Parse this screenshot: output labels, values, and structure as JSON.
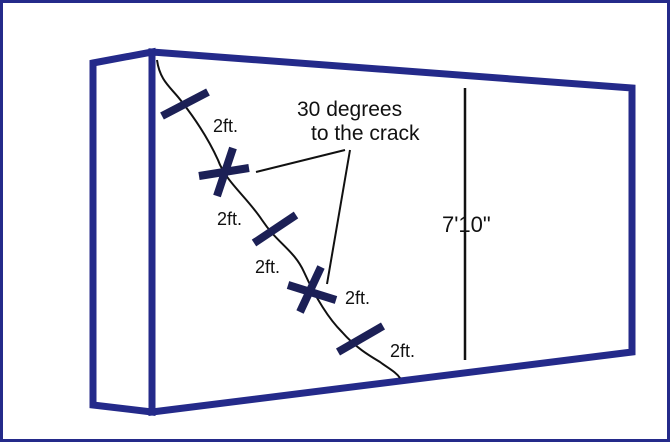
{
  "diagram": {
    "callout": {
      "line1": "30 degrees",
      "line2": "to the crack"
    },
    "height_label": "7'10\"",
    "spacing_labels": [
      "2ft.",
      "2ft.",
      "2ft.",
      "2ft.",
      "2ft."
    ],
    "colors": {
      "wall_outline": "#242a8a",
      "staple": "#1c2056",
      "ink": "#111111",
      "frame": "#242a8a"
    }
  }
}
